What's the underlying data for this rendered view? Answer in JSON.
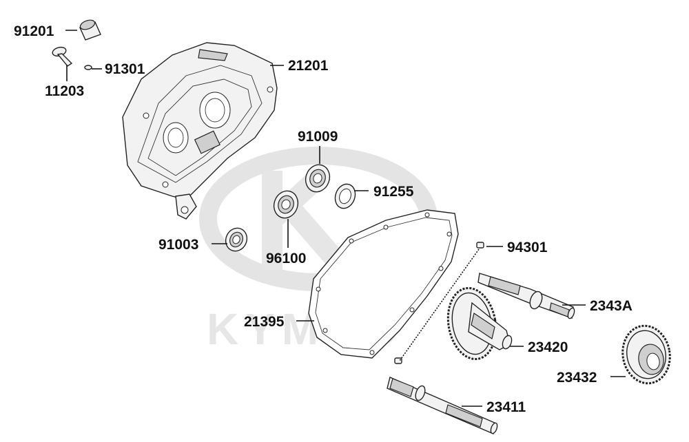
{
  "watermark": {
    "brand": "KYMCO"
  },
  "parts": {
    "p91201": "91201",
    "p91301": "91301",
    "p11203": "11203",
    "p21201": "21201",
    "p91009": "91009",
    "p91255": "91255",
    "p91003": "91003",
    "p96100": "96100",
    "p94301": "94301",
    "p2343A": "2343A",
    "p21395": "21395",
    "p23420": "23420",
    "p23432": "23432",
    "p23411": "23411"
  }
}
